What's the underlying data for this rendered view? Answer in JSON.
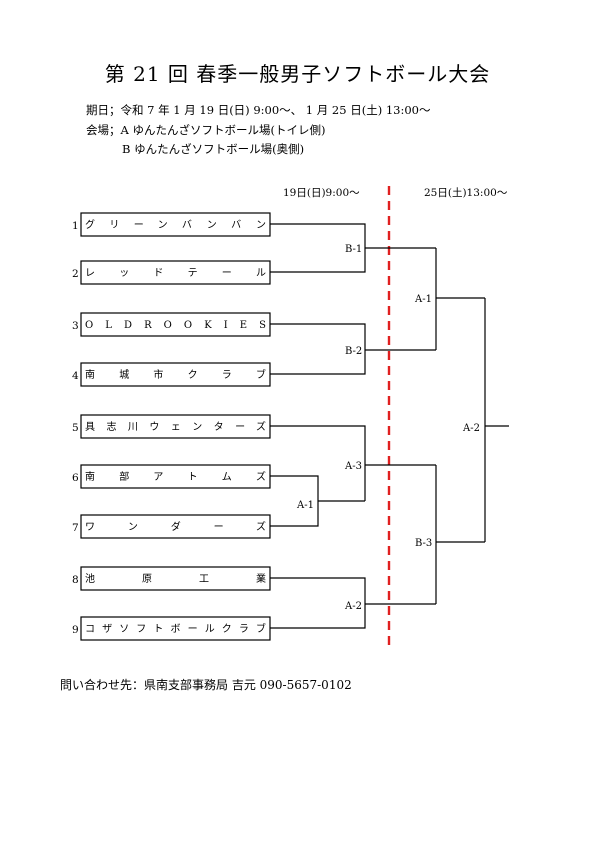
{
  "title": "第 21 回 春季一般男子ソフトボール大会",
  "info": {
    "dates": "期日；令和 7 年 1 月 19 日(日) 9:00～、 1 月 25 日(土) 13:00～",
    "venue_a": "会場；A ゆんたんざソフトボール場(トイレ側)",
    "venue_b": "B ゆんたんざソフトボール場(奥側)"
  },
  "schedule": {
    "day1": "19日(日)9:00～",
    "day2": "25日(土)13:00～"
  },
  "teams": [
    {
      "seed": "1",
      "name": "グリーンバンバン"
    },
    {
      "seed": "2",
      "name": "レッドテール"
    },
    {
      "seed": "3",
      "name": "OLDROOKIES"
    },
    {
      "seed": "4",
      "name": "南城市クラブ"
    },
    {
      "seed": "5",
      "name": "具志川ウェンターズ"
    },
    {
      "seed": "6",
      "name": "南部アトムズ"
    },
    {
      "seed": "7",
      "name": "ワンダーズ"
    },
    {
      "seed": "8",
      "name": "池原工業"
    },
    {
      "seed": "9",
      "name": "コザソフトボールクラブ"
    }
  ],
  "games": {
    "b1": "B-1",
    "b2": "B-2",
    "a1_first": "A-1",
    "a3": "A-3",
    "a2_first": "A-2",
    "a1_second": "A-1",
    "b3": "B-3",
    "final": "A-2"
  },
  "footer": "問い合わせ先：県南支部事務局 吉元 090-5657-0102",
  "colors": {
    "divider": "#e02020",
    "lines": "#000000"
  }
}
